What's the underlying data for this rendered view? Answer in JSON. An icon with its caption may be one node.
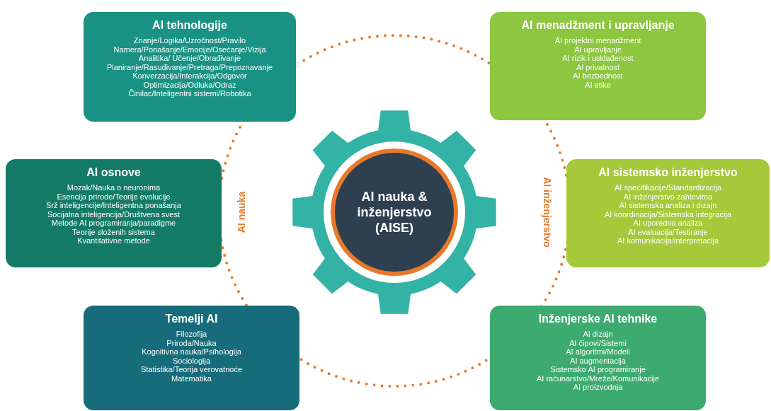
{
  "diagram": {
    "nodes": [
      {
        "text": [
          "AI tehnologije",
          "Znanje/Logika/Uzročnost/Pravilo",
          "Namera/Ponašanje/Emocije/Osećanje/Vizija",
          "Analitika/ Učenje/Obrađivanje",
          "Planiranje/Rasuđivanje/Pretraga/Prepoznavanje",
          "Konverzacija/Interakcija/Odgovor",
          "Optimizacija/Odluka/Odraz",
          "Činilac/Inteligentni sistemi/Robotika"
        ]
      },
      {
        "text": [
          "AI menadžment i upravljanje",
          "AI projektni menadžment",
          "AI upravljanje",
          "AI rizik i usklađenost",
          "AI privatnost",
          "AI bezbednost",
          "AI etike"
        ]
      },
      {
        "text": [
          "AI osnove",
          "Mozak/Nauka o neuronima",
          "Esencija prirode/Teorije evolucije",
          "Srž inteligencije/Inteligentna ponašanja",
          "Socijalna inteligencija/Društvena svest",
          "Metode AI programiranja/paradigme",
          "Teorije složenih sistema",
          "Kvantitativne metode"
        ]
      },
      {
        "text": [
          "AI nauka & inženjerstvo (AISE)"
        ]
      },
      {
        "text": [
          "AI sistemsko inženjerstvo",
          "AI specifikacije/Standardizacija",
          "AI inženjerstvo zahtevima",
          "AI sistemska analiza i dizajn",
          "AI koordinacija/Sistemska integracija",
          "AI uporedna analiza",
          "AI evaluacija/Testiranje",
          "AI komunikacija/interpretacija"
        ]
      },
      {
        "text": [
          "Temelji AI",
          "Filozofija",
          "Priroda/Nauka",
          "Kognitivna nauka/Psihologija",
          "Sociologija",
          "Statistika/Teorija verovatnoće",
          "Matematika"
        ]
      },
      {
        "text": [
          "Inženjerske AI tehnike",
          "AI dizajn",
          "AI čipovi/Sistemi",
          "AI algoritmi/Modeli",
          "AI augmentacija",
          "Sistemsko AI programiranje",
          "AI računarstvo/Mreže/Komunikacije",
          "AI proizvodnja"
        ]
      }
    ],
    "labels": [
      "AI nauka",
      "AI inženjerstvo"
    ]
  }
}
